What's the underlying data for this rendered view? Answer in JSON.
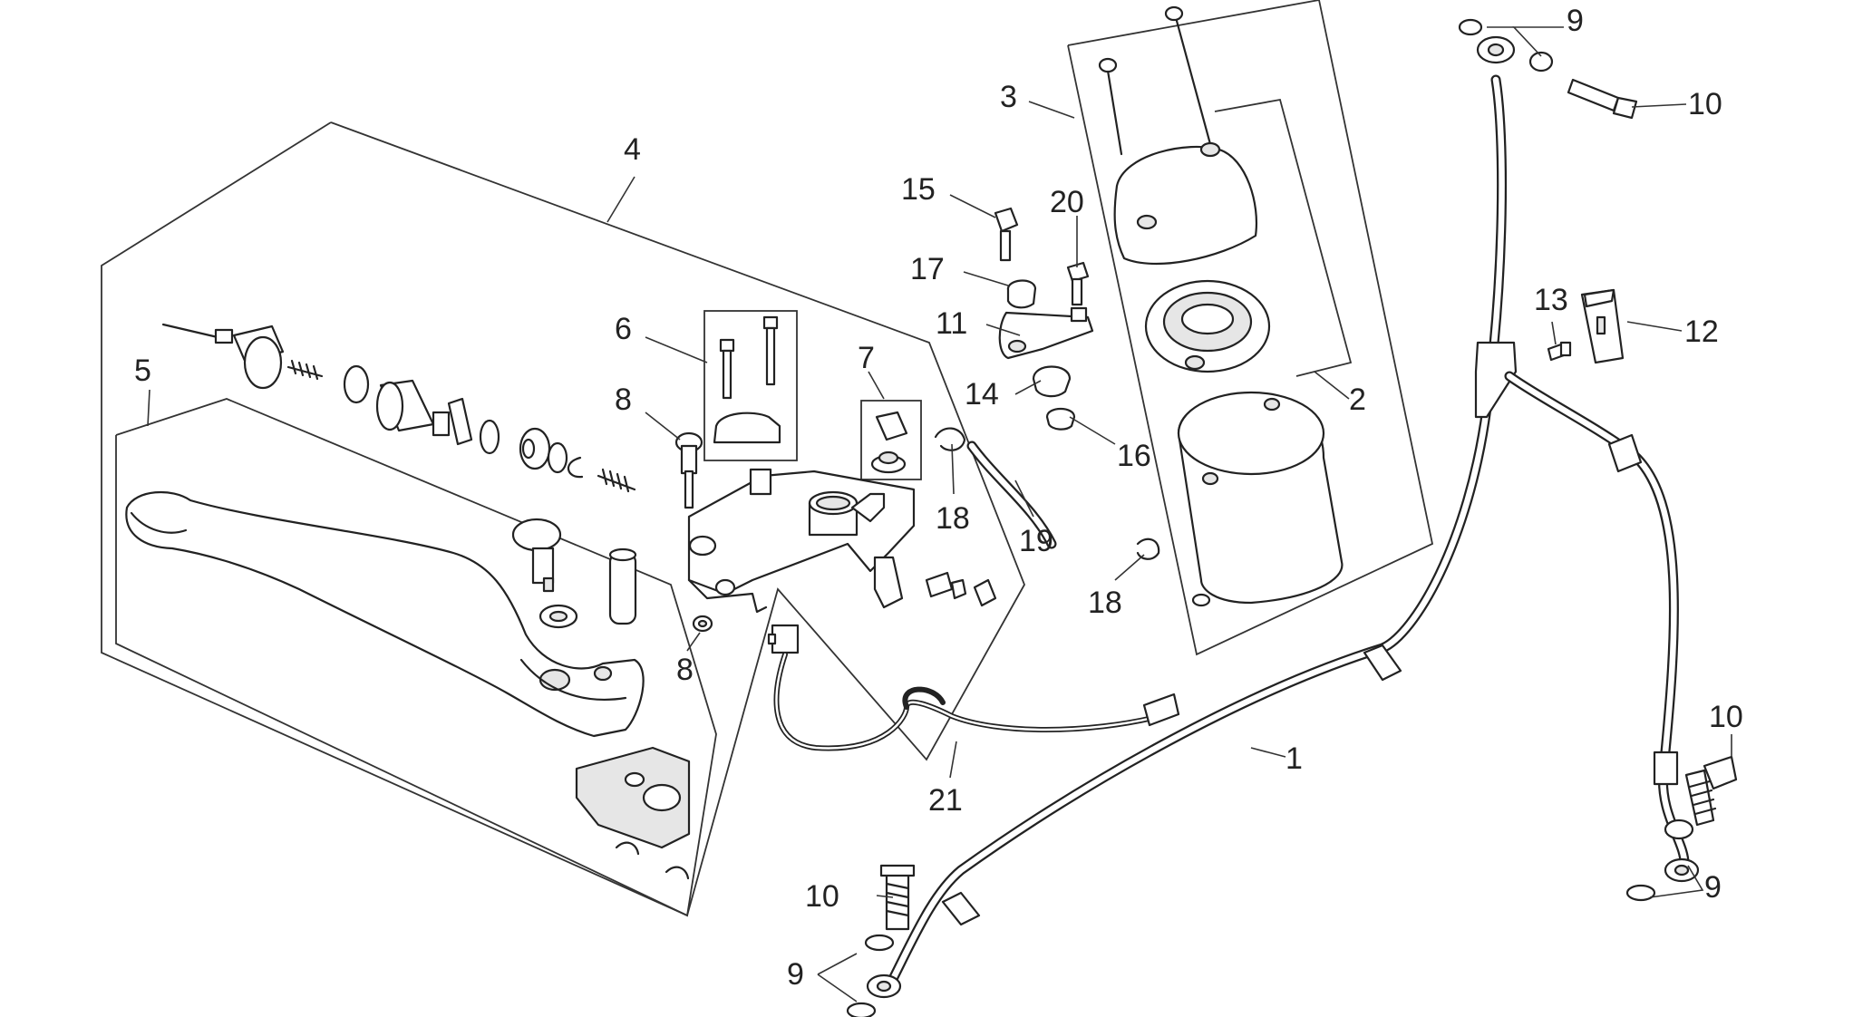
{
  "callouts": [
    {
      "id": "c1",
      "text": "1"
    },
    {
      "id": "c2",
      "text": "2"
    },
    {
      "id": "c3",
      "text": "3"
    },
    {
      "id": "c4",
      "text": "4"
    },
    {
      "id": "c5",
      "text": "5"
    },
    {
      "id": "c6",
      "text": "6"
    },
    {
      "id": "c7",
      "text": "7"
    },
    {
      "id": "c8a",
      "text": "8"
    },
    {
      "id": "c8b",
      "text": "8"
    },
    {
      "id": "c9a",
      "text": "9"
    },
    {
      "id": "c9b",
      "text": "9"
    },
    {
      "id": "c9c",
      "text": "9"
    },
    {
      "id": "c10a",
      "text": "10"
    },
    {
      "id": "c10b",
      "text": "10"
    },
    {
      "id": "c10c",
      "text": "10"
    },
    {
      "id": "c11",
      "text": "11"
    },
    {
      "id": "c12",
      "text": "12"
    },
    {
      "id": "c13",
      "text": "13"
    },
    {
      "id": "c14",
      "text": "14"
    },
    {
      "id": "c15",
      "text": "15"
    },
    {
      "id": "c16",
      "text": "16"
    },
    {
      "id": "c17",
      "text": "17"
    },
    {
      "id": "c18a",
      "text": "18"
    },
    {
      "id": "c18b",
      "text": "18"
    },
    {
      "id": "c19",
      "text": "19"
    },
    {
      "id": "c20",
      "text": "20"
    },
    {
      "id": "c21",
      "text": "21"
    }
  ]
}
